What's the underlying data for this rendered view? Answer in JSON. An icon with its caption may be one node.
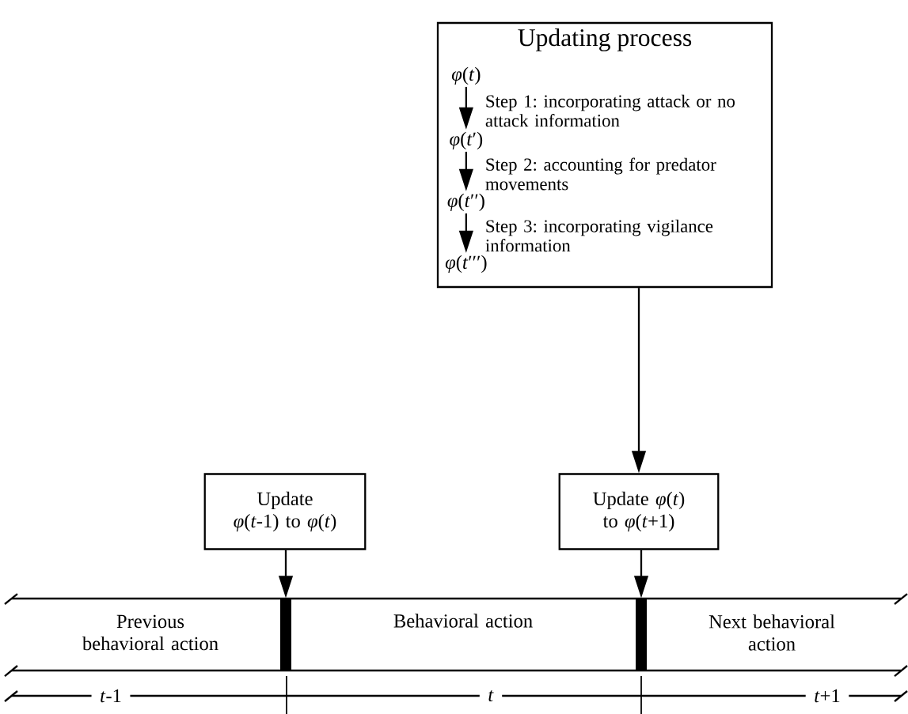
{
  "diagram": {
    "nodes": [
      {
        "text": [
          "Updating process"
        ]
      },
      {
        "text": [
          "*φ*(*t*)"
        ],
        "in": 0
      },
      {
        "text": [
          "*φ*(*t*′)"
        ],
        "in": 0
      },
      {
        "text": [
          "*φ*(*t*′′)"
        ],
        "in": 0
      },
      {
        "text": [
          "*φ*(*t*′′′)"
        ],
        "in": 0
      },
      {
        "text": [
          "Update *φ*(*t*-1) to *φ*(*t*)"
        ]
      },
      {
        "text": [
          "Update *φ*(*t*) to *φ*(*t*+1)"
        ]
      },
      {
        "text": [
          "Previous behavioral action"
        ]
      },
      {
        "text": [
          "Behavioral action"
        ]
      },
      {
        "text": [
          "Next behavioral action"
        ]
      },
      {
        "text": [],
        "shape": "bar"
      },
      {
        "text": [],
        "shape": "bar"
      }
    ],
    "edges": [
      {
        "from": 1,
        "to": 2,
        "arrow": "to",
        "label": "Step 1: incorporating attack or no attack information"
      },
      {
        "from": 2,
        "to": 3,
        "arrow": "to",
        "label": "Step 2: accounting for predator movements"
      },
      {
        "from": 3,
        "to": 4,
        "arrow": "to",
        "label": "Step 3: incorporating vigilance information"
      },
      {
        "from": 0,
        "to": 6,
        "arrow": "to"
      },
      {
        "from": 5,
        "to": 10,
        "arrow": "to"
      },
      {
        "from": 6,
        "to": 11,
        "arrow": "to"
      }
    ],
    "labels": [
      "*t*-1",
      "*t*",
      "*t*+1"
    ]
  }
}
